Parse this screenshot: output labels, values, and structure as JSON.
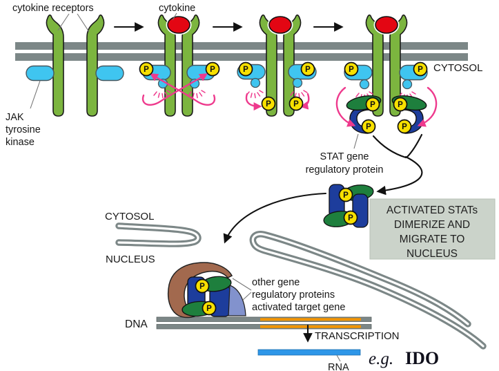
{
  "diagram": {
    "pathway": "JAK-STAT cytokine signaling",
    "labels": {
      "cytokine_receptors": "cytokine receptors",
      "cytokine": "cytokine",
      "cytosol_top": "CYTOSOL",
      "jak_line1": "JAK",
      "jak_line2": "tyrosine",
      "jak_line3": "kinase",
      "stat_line1": "STAT gene",
      "stat_line2": "regulatory protein",
      "box_line1": "ACTIVATED STATs",
      "box_line2": "DIMERIZE AND",
      "box_line3": "MIGRATE TO",
      "box_line4": "NUCLEUS",
      "cytosol_bottom": "CYTOSOL",
      "nucleus": "NUCLEUS",
      "other_gene_line1": "other gene",
      "other_gene_line2": "regulatory proteins",
      "other_gene_line3": "activated target gene",
      "dna": "DNA",
      "transcription": "TRANSCRIPTION",
      "rna": "RNA",
      "example_prefix": "e.g.",
      "example_gene": "IDO",
      "phosphate": "P"
    },
    "colors": {
      "receptor_green": "#7cb53f",
      "membrane_gray": "#7c8787",
      "jak_blue": "#3fc5f0",
      "phosphate_yellow": "#f8e000",
      "cytokine_red": "#e30613",
      "arrow_pink": "#ee3a8d",
      "stat_green": "#1e7f3d",
      "stat_blue": "#1d3d9c",
      "coactivator_brown": "#a2694e",
      "coactivator_slate": "#8292cd",
      "info_box_bg": "#cbd3ca",
      "gene_orange": "#f29400",
      "rna_blue": "#2e96e8"
    }
  }
}
